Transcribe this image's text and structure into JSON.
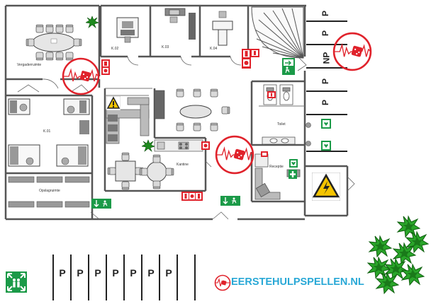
{
  "rooms": {
    "meeting_room": "Vergaderruimte",
    "office_02": "K.02",
    "office_03": "K.03",
    "office_04": "K.04",
    "office_01": "K.01",
    "storage": "Opslagruimte",
    "canteen": "Kantine",
    "toilet": "Toilet",
    "reception": "Receptie"
  },
  "parking_right": [
    "P",
    "P",
    "NP",
    "P",
    "P"
  ],
  "parking_bottom": [
    "P",
    "P",
    "P",
    "P",
    "P",
    "P",
    "P"
  ],
  "logo": {
    "text": "EERSTEHULPSPELLEN.NL"
  },
  "colors": {
    "wall": "#555555",
    "sign_green": "#1b9a48",
    "sign_red": "#e0222b",
    "warning_yellow": "#f4c400",
    "logo_blue": "#29a8d6",
    "bush_green": "#1f8a1f"
  },
  "icons": [
    "first-aid-game-icon",
    "emergency-exit-sign-icon",
    "fire-equipment-sign-icon",
    "high-voltage-warning-icon",
    "assembly-point-icon",
    "bush-icon"
  ]
}
